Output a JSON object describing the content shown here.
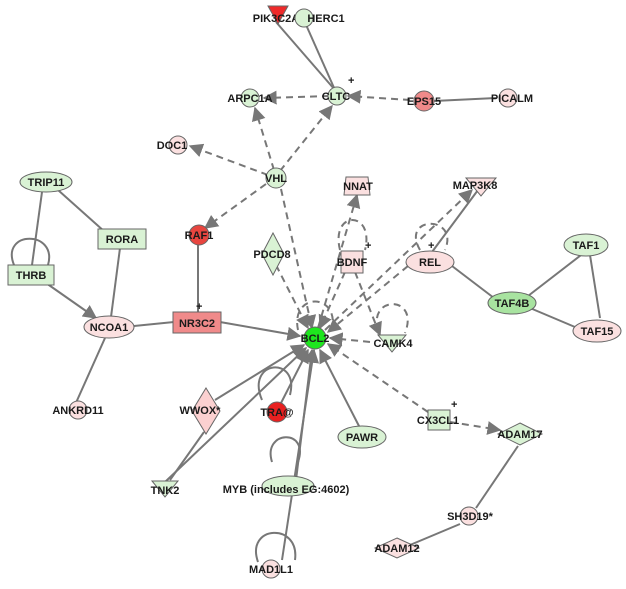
{
  "nodes": {
    "pik3c2a": {
      "label": "PIK3C2A",
      "color": "#ee2a2a"
    },
    "herc1": {
      "label": "HERC1",
      "color": "#d9f2d4"
    },
    "arpc1a": {
      "label": "ARPC1A",
      "color": "#d9f2d4"
    },
    "cltc": {
      "label": "CLTC",
      "color": "#d9f2d4"
    },
    "eps15": {
      "label": "EPS15",
      "color": "#f08a8a"
    },
    "picalm": {
      "label": "PICALM",
      "color": "#fbe0e0"
    },
    "doc1": {
      "label": "DOC1",
      "color": "#fbe0e0"
    },
    "vhl": {
      "label": "VHL",
      "color": "#d9f2d4"
    },
    "nnat": {
      "label": "NNAT",
      "color": "#fbe0e0"
    },
    "map3k8": {
      "label": "MAP3K8",
      "color": "#fbe0e0"
    },
    "trip11": {
      "label": "TRIP11",
      "color": "#d9f2d4"
    },
    "rora": {
      "label": "RORA",
      "color": "#d9f2d4"
    },
    "raf1": {
      "label": "RAF1",
      "color": "#e8453f"
    },
    "pdcd8": {
      "label": "PDCD8",
      "color": "#d9f2d4"
    },
    "bdnf": {
      "label": "BDNF",
      "color": "#fbe0e0"
    },
    "rel": {
      "label": "REL",
      "color": "#fbe0e0"
    },
    "taf1": {
      "label": "TAF1",
      "color": "#d9f2d4"
    },
    "thrb": {
      "label": "THRB",
      "color": "#d9f2d4"
    },
    "taf4b": {
      "label": "TAF4B",
      "color": "#a8e3a0"
    },
    "ncoa1": {
      "label": "NCOA1",
      "color": "#fbe0e0"
    },
    "nr3c2": {
      "label": "NR3C2",
      "color": "#f08a8a"
    },
    "bcl2": {
      "label": "BCL2",
      "color": "#1ee61e"
    },
    "taf15": {
      "label": "TAF15",
      "color": "#fbe0e0"
    },
    "camk4": {
      "label": "CAMK4",
      "color": "#d9f2d4"
    },
    "ankrd11": {
      "label": "ANKRD11",
      "color": "#fbe0e0"
    },
    "wwox": {
      "label": "WWOX*",
      "color": "#fbd0d0"
    },
    "tra": {
      "label": "TRA@",
      "color": "#e82020"
    },
    "pawr": {
      "label": "PAWR",
      "color": "#d9f2d4"
    },
    "cx3cl1": {
      "label": "CX3CL1",
      "color": "#d9f2d4"
    },
    "adam17": {
      "label": "ADAM17",
      "color": "#d9f2d4"
    },
    "tnk2": {
      "label": "TNK2",
      "color": "#d9f2d4"
    },
    "myb": {
      "label": "MYB (includes EG:4602)",
      "color": "#d9f2d4"
    },
    "sh3d19": {
      "label": "SH3D19*",
      "color": "#fbe0e0"
    },
    "adam12": {
      "label": "ADAM12",
      "color": "#fbe0e0"
    },
    "mad1l1": {
      "label": "MAD1L1",
      "color": "#fbe0e0"
    }
  }
}
